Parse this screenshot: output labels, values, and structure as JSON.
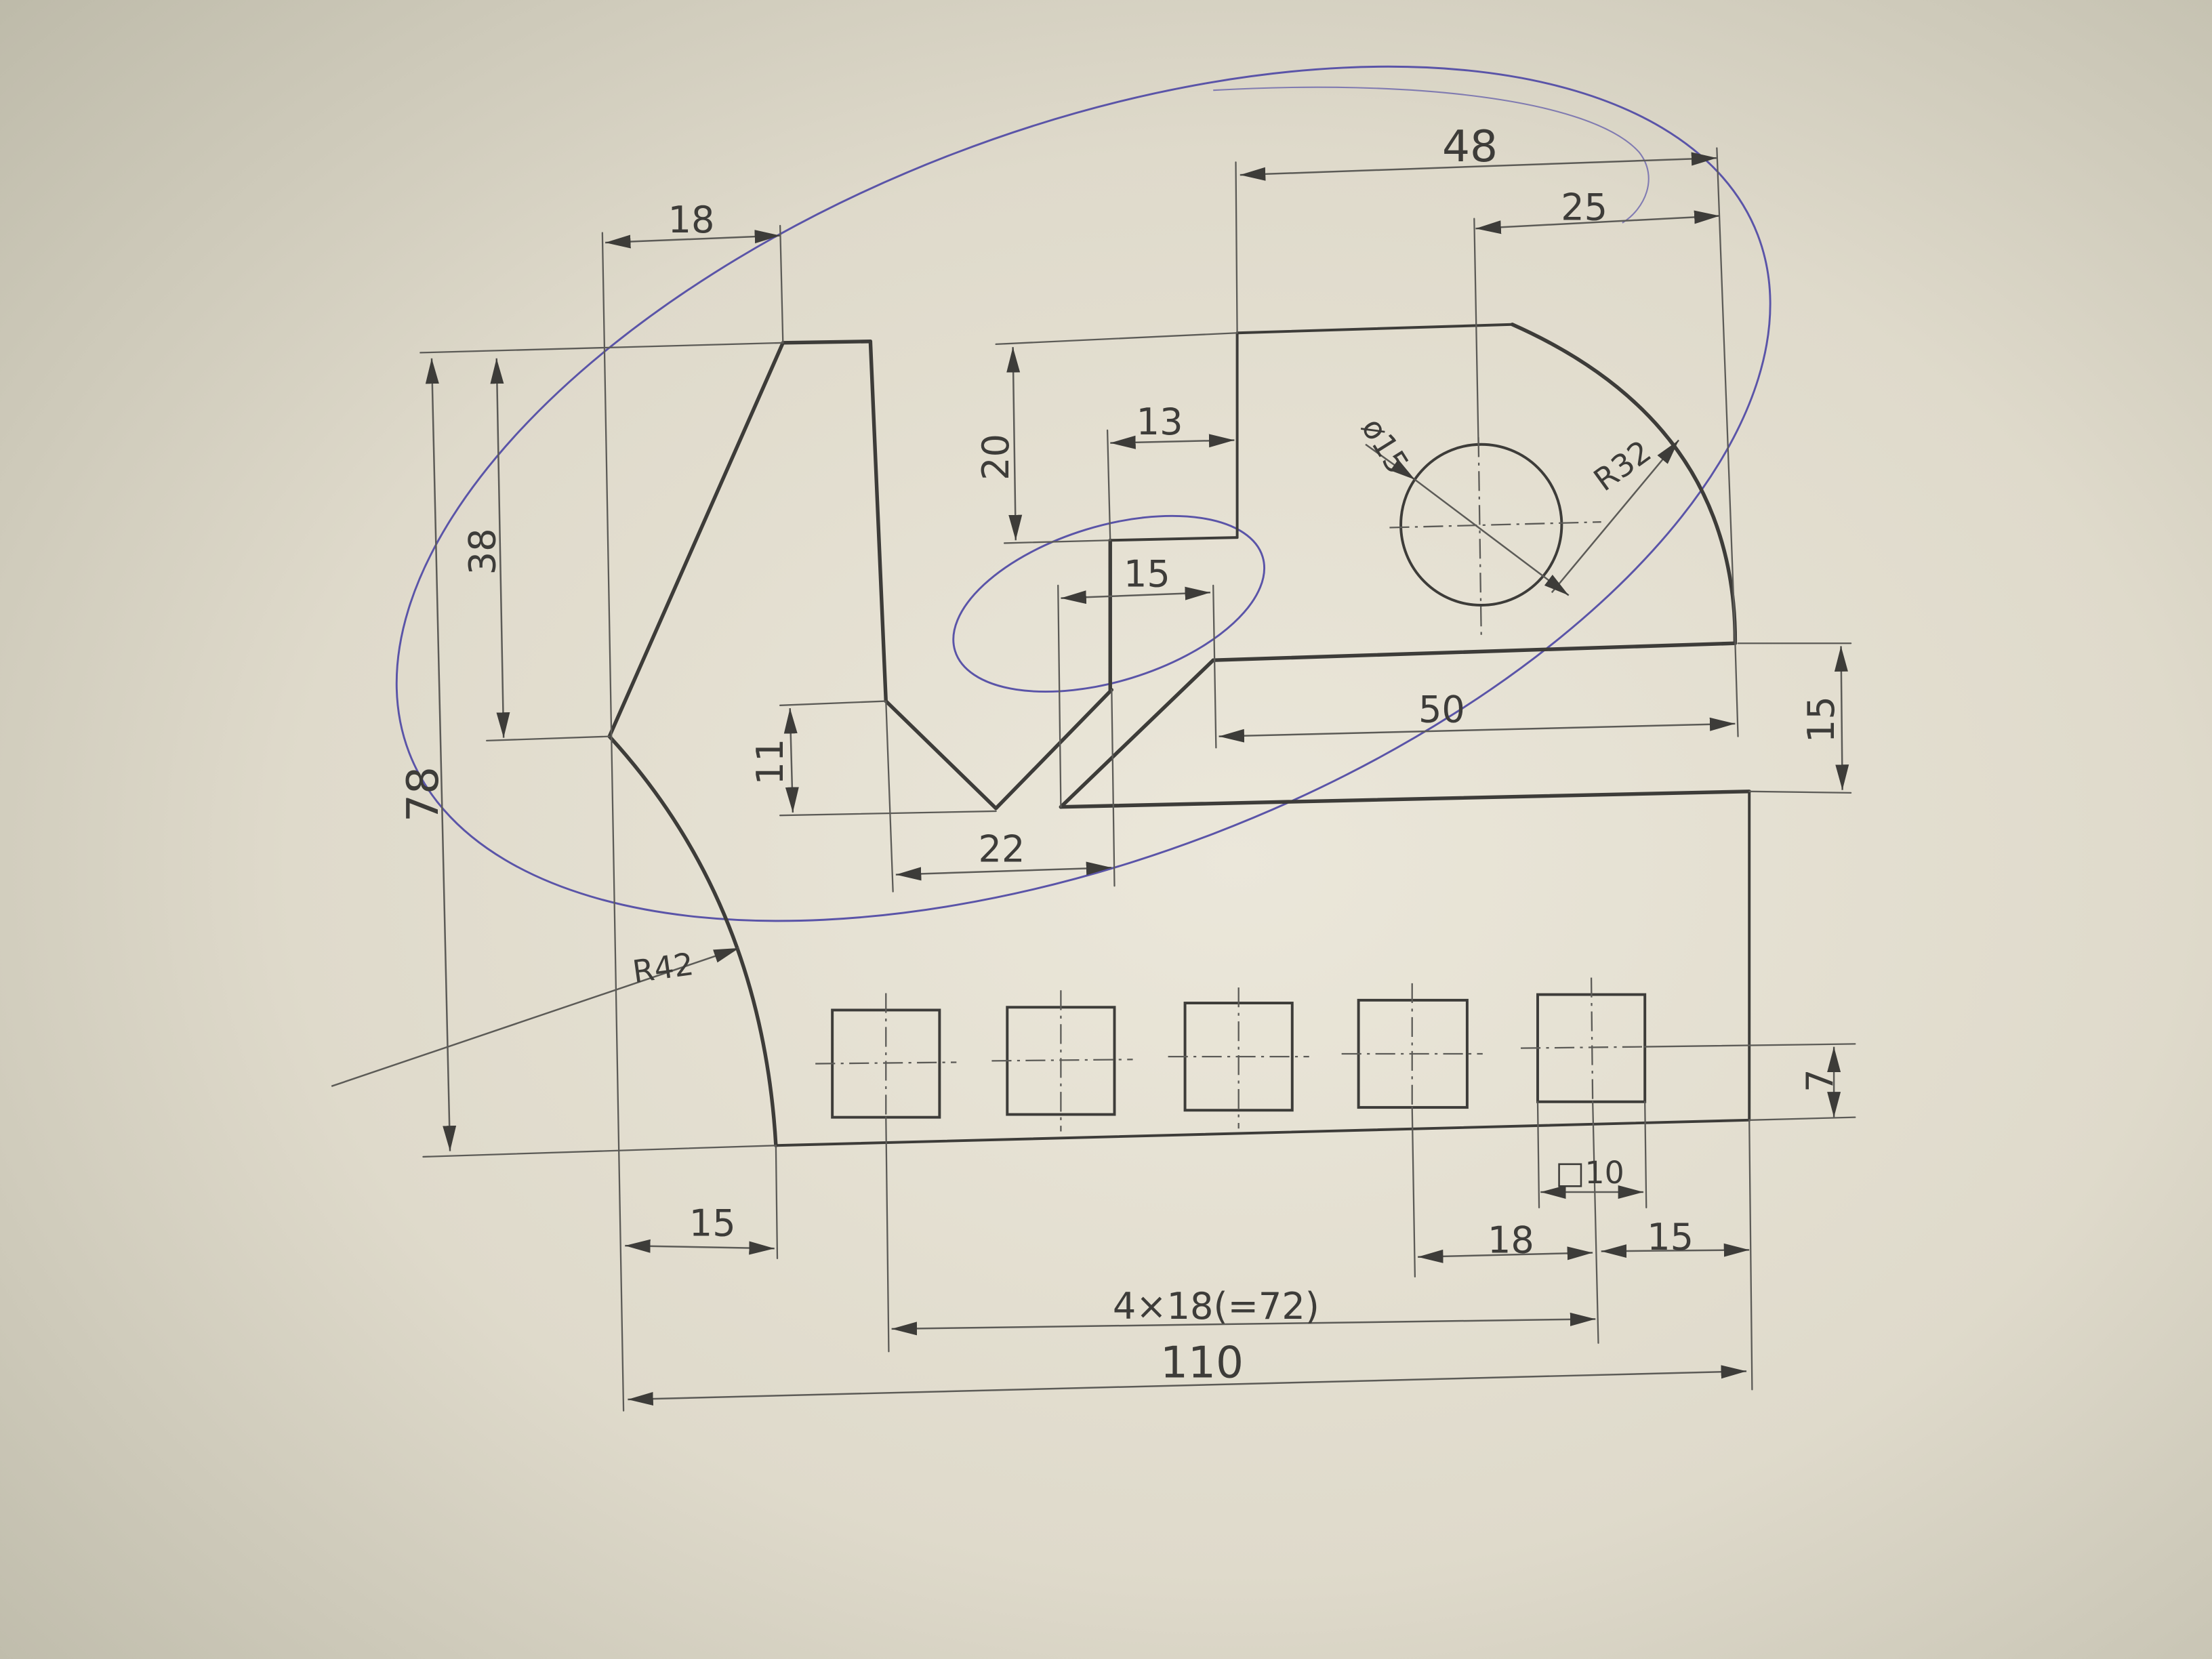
{
  "colors": {
    "paper": "#e4dfd0",
    "pencil": "#3d3c39",
    "pencil_light": "#5c5b57",
    "ink": "#5a54a8"
  },
  "labels": {
    "top_arm_width": "18",
    "overall_height": "78",
    "arm_height": "38",
    "notch_depth": "11",
    "notch_width": "22",
    "step_height": "20",
    "step_width": "13",
    "channel_width": "15",
    "top_width": "48",
    "hole_offset": "25",
    "hole_diameter": "ø15",
    "outer_radius": "R32",
    "slot_length": "50",
    "slot_height": "15",
    "inner_radius": "R42",
    "square_offset": "7",
    "square_size": "□10",
    "arm_offset": "15",
    "square_pitch": "18",
    "square_edge": "15",
    "square_series": "4×18(=72)",
    "overall_width": "110"
  }
}
